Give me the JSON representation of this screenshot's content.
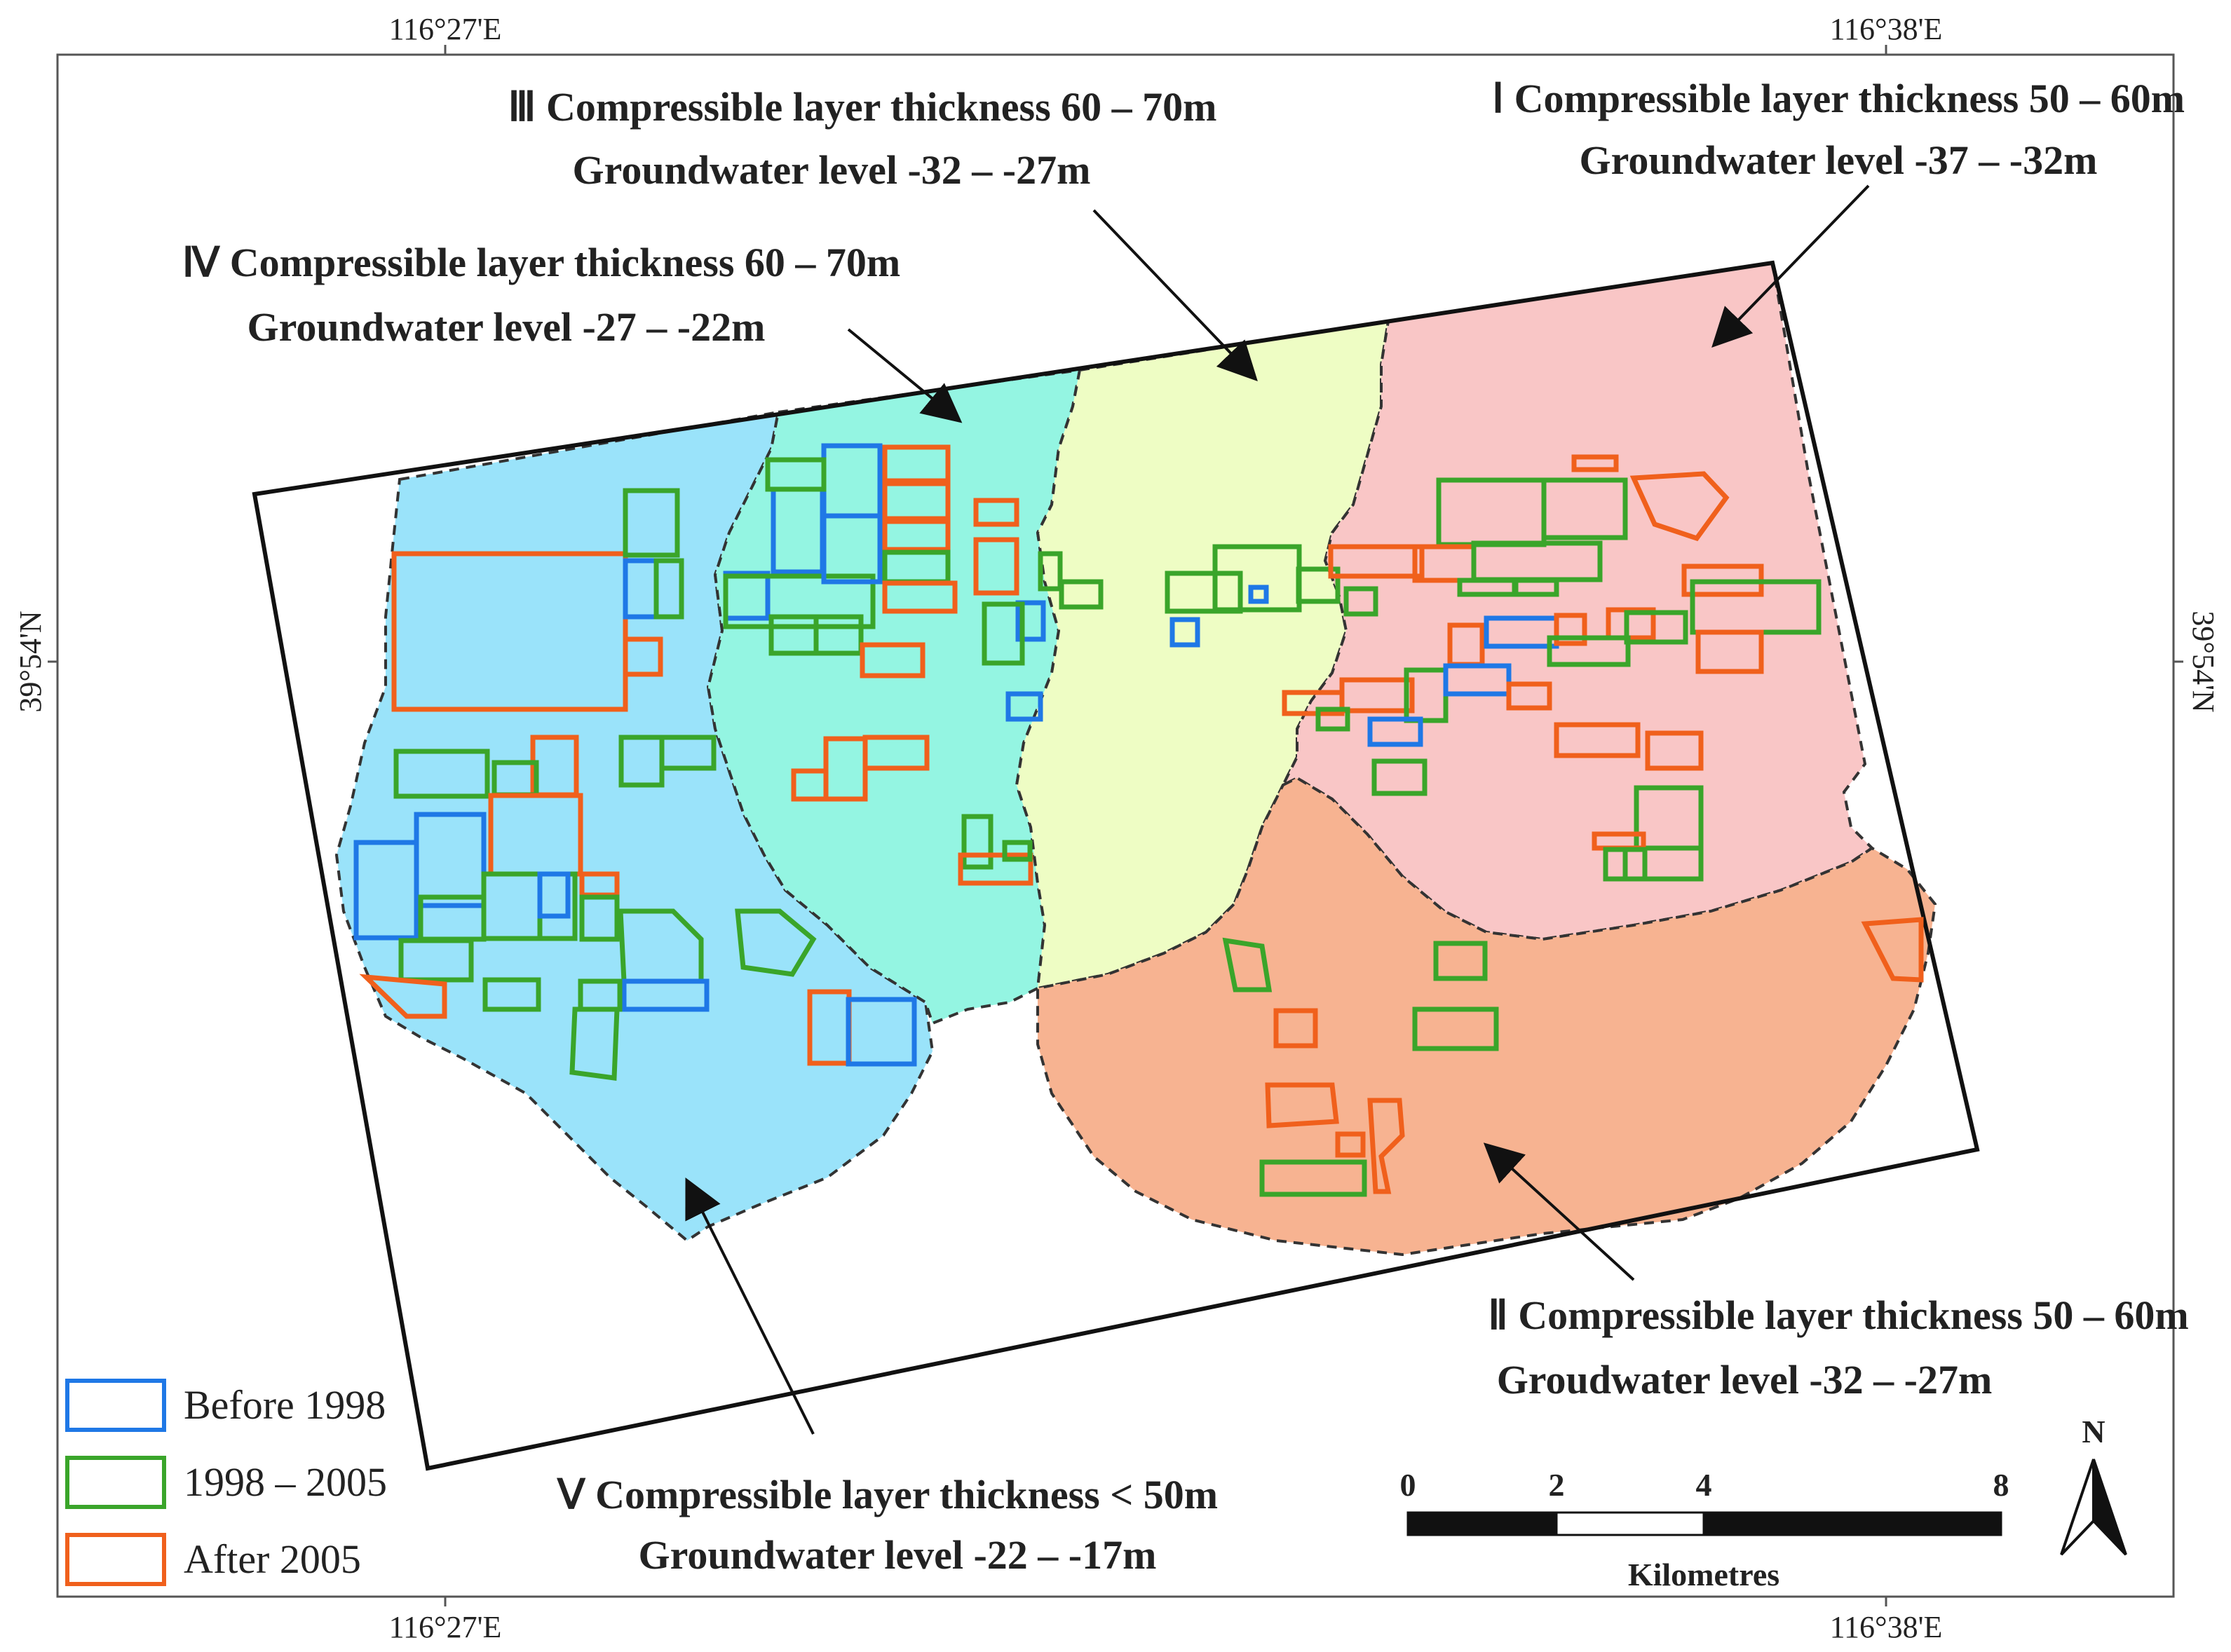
{
  "coordinates": {
    "top_left": "116°27'E",
    "top_right": "116°38'E",
    "bottom_left": "116°27'E",
    "bottom_right": "116°38'E",
    "left": "39°54'N",
    "right": "39°54'N"
  },
  "zones": [
    {
      "id": "I",
      "numeral": "Ⅰ",
      "line1": "Compressible layer thickness 50 – 60m",
      "line2": "Groundwater level -37 – -32m",
      "color": "#f9c6c6"
    },
    {
      "id": "II",
      "numeral": "Ⅱ",
      "line1": "Compressible layer thickness 50 – 60m",
      "line2": "Groudwater level -32 – -27m",
      "color": "#f7b391"
    },
    {
      "id": "III",
      "numeral": "Ⅲ",
      "line1": "Compressible layer thickness 60 – 70m",
      "line2": "Groundwater level -32 – -27m",
      "color": "#eefdc4"
    },
    {
      "id": "IV",
      "numeral": "Ⅳ",
      "line1": "Compressible layer thickness 60 – 70m",
      "line2": "Groundwater level -27 – -22m",
      "color": "#94f5e2"
    },
    {
      "id": "V",
      "numeral": "Ⅴ",
      "line1": "Compressible layer thickness < 50m",
      "line2": "Groundwater level -22 – -17m",
      "color": "#9ae3fa"
    }
  ],
  "legend": [
    {
      "label": "Before 1998",
      "color": "#1f78e6"
    },
    {
      "label": "1998 – 2005",
      "color": "#3aa52a"
    },
    {
      "label": "After 2005",
      "color": "#f0601c"
    }
  ],
  "scale_bar": {
    "ticks": [
      "0",
      "2",
      "4",
      "8"
    ],
    "unit": "Kilometres"
  },
  "north_arrow": {
    "label": "N",
    "icon": "north-arrow-icon"
  }
}
